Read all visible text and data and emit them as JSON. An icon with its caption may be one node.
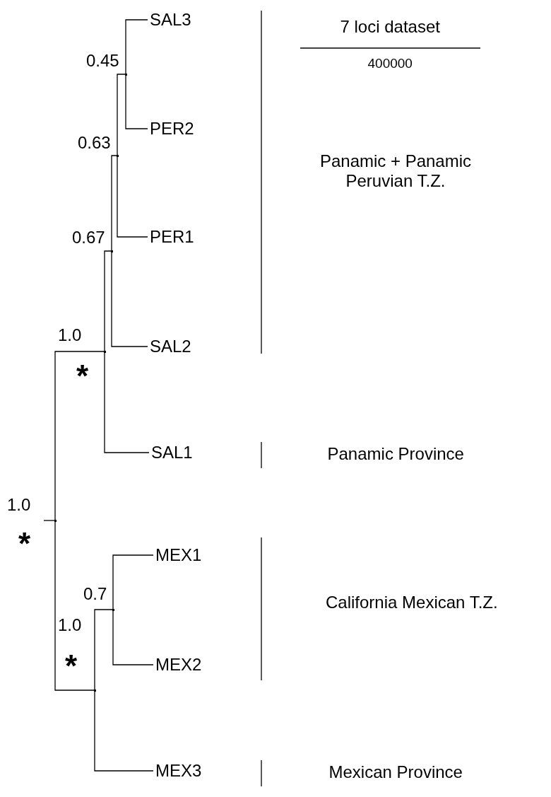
{
  "diagram": {
    "nodes": [
      {
        "text": [],
        "shape": "point",
        "beside": [
          "1.0",
          "*"
        ]
      },
      {
        "text": [],
        "shape": "point",
        "beside": [
          "1.0",
          "*"
        ]
      },
      {
        "text": [],
        "shape": "point",
        "beside": [
          "0.67"
        ]
      },
      {
        "text": [],
        "shape": "point",
        "beside": [
          "0.63"
        ]
      },
      {
        "text": [],
        "shape": "point",
        "beside": [
          "0.45"
        ]
      },
      {
        "text": [
          "SAL3"
        ]
      },
      {
        "text": [
          "PER2"
        ]
      },
      {
        "text": [
          "PER1"
        ]
      },
      {
        "text": [
          "SAL2"
        ]
      },
      {
        "text": [
          "SAL1"
        ]
      },
      {
        "text": [],
        "shape": "point",
        "beside": [
          "1.0",
          "*"
        ]
      },
      {
        "text": [],
        "shape": "point",
        "beside": [
          "0.7"
        ]
      },
      {
        "text": [
          "MEX1"
        ]
      },
      {
        "text": [
          "MEX2"
        ]
      },
      {
        "text": [
          "MEX3"
        ]
      }
    ],
    "edges": [
      {
        "from": null,
        "to": 0,
        "arrow": "none"
      },
      {
        "from": 0,
        "to": 1,
        "arrow": "none"
      },
      {
        "from": 0,
        "to": 10,
        "arrow": "none"
      },
      {
        "from": 1,
        "to": 2,
        "arrow": "none"
      },
      {
        "from": 1,
        "to": 9,
        "arrow": "none"
      },
      {
        "from": 2,
        "to": 3,
        "arrow": "none"
      },
      {
        "from": 2,
        "to": 8,
        "arrow": "none"
      },
      {
        "from": 3,
        "to": 4,
        "arrow": "none"
      },
      {
        "from": 3,
        "to": 7,
        "arrow": "none"
      },
      {
        "from": 4,
        "to": 5,
        "arrow": "none"
      },
      {
        "from": 4,
        "to": 6,
        "arrow": "none"
      },
      {
        "from": 10,
        "to": 11,
        "arrow": "none"
      },
      {
        "from": 10,
        "to": 14,
        "arrow": "none"
      },
      {
        "from": 11,
        "to": 12,
        "arrow": "none"
      },
      {
        "from": 11,
        "to": 13,
        "arrow": "none"
      }
    ],
    "labels": [
      "7 loci dataset",
      "400000",
      "Panamic + Panamic Peruvian T.Z.",
      "Panamic Province",
      "California Mexican T.Z.",
      "Mexican Province"
    ]
  }
}
